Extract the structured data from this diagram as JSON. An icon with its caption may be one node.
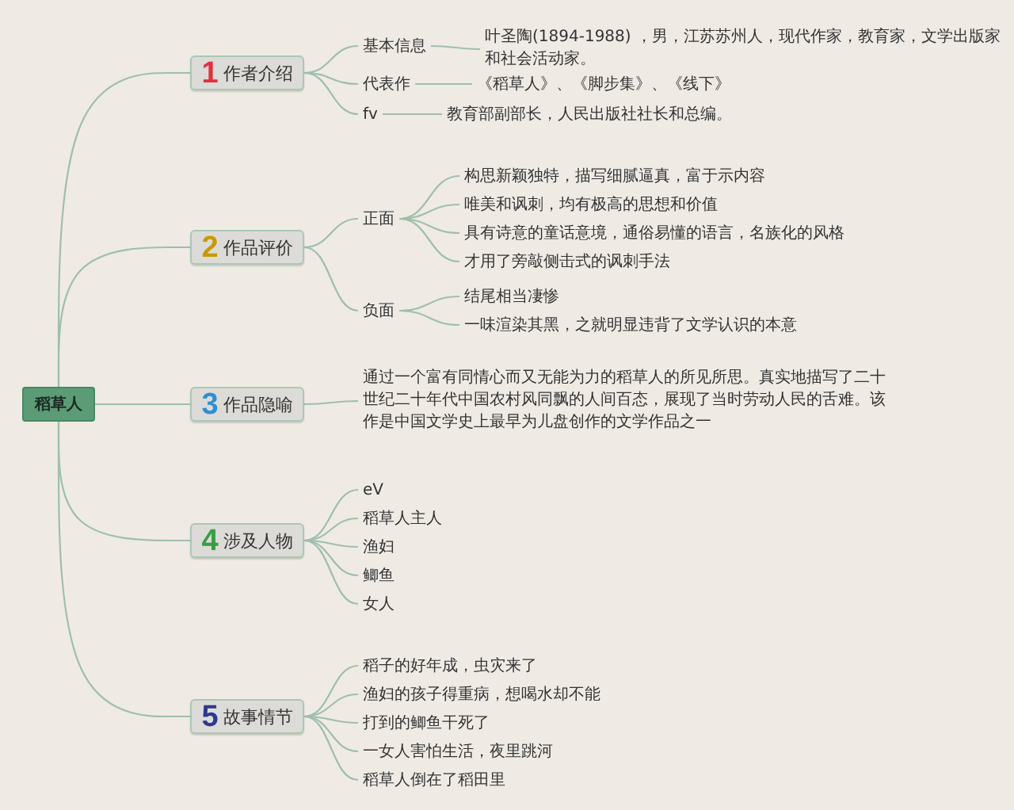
{
  "diagram": {
    "nodes": [
      {
        "text": [
          "稻草人"
        ]
      },
      {
        "text": [
          "1",
          "作者介绍"
        ]
      },
      {
        "text": [
          "基本信息"
        ]
      },
      {
        "text": [
          "叶圣陶(1894-1988) ，男，江苏苏州人，现代作家，教育家，文学出版家和社会活动家。"
        ]
      },
      {
        "text": [
          "代表作"
        ]
      },
      {
        "text": [
          "《稻草人》、《脚步集》、《线下》"
        ]
      },
      {
        "text": [
          "fv"
        ]
      },
      {
        "text": [
          "教育部副部长，人民出版社社长和总编。"
        ]
      },
      {
        "text": [
          "2",
          "作品评价"
        ]
      },
      {
        "text": [
          "正面"
        ]
      },
      {
        "text": [
          "构思新颖独特，描写细腻逼真，富于示内容"
        ]
      },
      {
        "text": [
          "唯美和讽刺，均有极高的思想和价值"
        ]
      },
      {
        "text": [
          "具有诗意的童话意境，通俗易懂的语言，名族化的风格"
        ]
      },
      {
        "text": [
          "才用了旁敲侧击式的讽刺手法"
        ]
      },
      {
        "text": [
          "负面"
        ]
      },
      {
        "text": [
          "结尾相当凄惨"
        ]
      },
      {
        "text": [
          "一味渲染其黑，之就明显违背了文学认识的本意"
        ]
      },
      {
        "text": [
          "3",
          "作品隐喻"
        ]
      },
      {
        "text": [
          "通过一个富有同情心而又无能为力的稻草人的所见所思。真实地描写了二十世纪二十年代中国农村风同飘的人间百态，展现了当时劳动人民的舌难。该作是中国文学史上最早为儿盘创作的文学作品之一"
        ]
      },
      {
        "text": [
          "4",
          "涉及人物"
        ]
      },
      {
        "text": [
          "eV"
        ]
      },
      {
        "text": [
          "稻草人主人"
        ]
      },
      {
        "text": [
          "渔妇"
        ]
      },
      {
        "text": [
          "鲫鱼"
        ]
      },
      {
        "text": [
          "女人"
        ]
      },
      {
        "text": [
          "5",
          "故事情节"
        ]
      },
      {
        "text": [
          "稻子的好年成，虫灾来了"
        ]
      },
      {
        "text": [
          "渔妇的孩子得重病，想喝水却不能"
        ]
      },
      {
        "text": [
          "打到的鲫鱼干死了"
        ]
      },
      {
        "text": [
          "一女人害怕生活，夜里跳河"
        ]
      },
      {
        "text": [
          "稻草人倒在了稻田里"
        ]
      }
    ],
    "edges": [
      {
        "from": 0,
        "to": 1,
        "arrow": "none"
      },
      {
        "from": 0,
        "to": 8,
        "arrow": "none"
      },
      {
        "from": 0,
        "to": 17,
        "arrow": "none"
      },
      {
        "from": 0,
        "to": 19,
        "arrow": "none"
      },
      {
        "from": 0,
        "to": 25,
        "arrow": "none"
      },
      {
        "from": 1,
        "to": 2,
        "arrow": "none"
      },
      {
        "from": 1,
        "to": 4,
        "arrow": "none"
      },
      {
        "from": 1,
        "to": 6,
        "arrow": "none"
      },
      {
        "from": 2,
        "to": 3,
        "arrow": "none"
      },
      {
        "from": 4,
        "to": 5,
        "arrow": "none"
      },
      {
        "from": 6,
        "to": 7,
        "arrow": "none"
      },
      {
        "from": 8,
        "to": 9,
        "arrow": "none"
      },
      {
        "from": 8,
        "to": 14,
        "arrow": "none"
      },
      {
        "from": 9,
        "to": 10,
        "arrow": "none"
      },
      {
        "from": 9,
        "to": 11,
        "arrow": "none"
      },
      {
        "from": 9,
        "to": 12,
        "arrow": "none"
      },
      {
        "from": 9,
        "to": 13,
        "arrow": "none"
      },
      {
        "from": 14,
        "to": 15,
        "arrow": "none"
      },
      {
        "from": 14,
        "to": 16,
        "arrow": "none"
      },
      {
        "from": 17,
        "to": 18,
        "arrow": "none"
      },
      {
        "from": 19,
        "to": 20,
        "arrow": "none"
      },
      {
        "from": 19,
        "to": 21,
        "arrow": "none"
      },
      {
        "from": 19,
        "to": 22,
        "arrow": "none"
      },
      {
        "from": 19,
        "to": 23,
        "arrow": "none"
      },
      {
        "from": 19,
        "to": 24,
        "arrow": "none"
      },
      {
        "from": 25,
        "to": 26,
        "arrow": "none"
      },
      {
        "from": 25,
        "to": 27,
        "arrow": "none"
      },
      {
        "from": 25,
        "to": 28,
        "arrow": "none"
      },
      {
        "from": 25,
        "to": 29,
        "arrow": "none"
      },
      {
        "from": 25,
        "to": 30,
        "arrow": "none"
      }
    ]
  }
}
